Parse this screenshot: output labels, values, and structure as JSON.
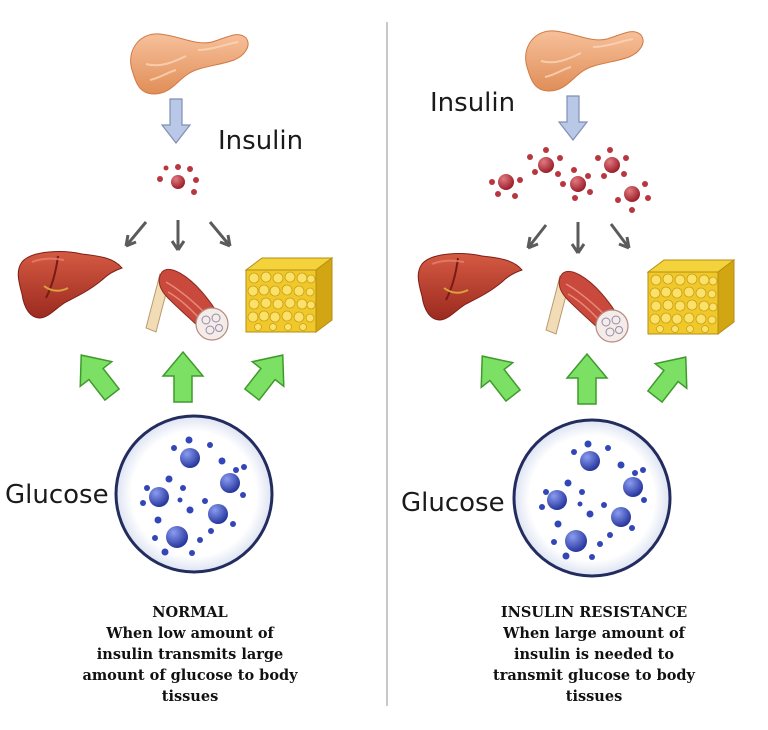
{
  "panels": [
    {
      "id": "normal",
      "insulin_label": "Insulin",
      "glucose_label": "Glucose",
      "caption": [
        "NORMAL",
        "When low amount of",
        "insulin transmits large",
        "amount of glucose to body",
        "tissues"
      ]
    },
    {
      "id": "resistance",
      "insulin_label": "Insulin",
      "glucose_label": "Glucose",
      "caption": [
        "INSULIN RESISTANCE",
        "When large amount of",
        "insulin is needed to",
        "transmit glucose to body",
        "tissues"
      ]
    }
  ],
  "colors": {
    "pancreas": "#f0a574",
    "insulin_down_arrow": "#b9c8e6",
    "insulin_granule": "#b8373f",
    "grey_arrow": "#5b5b5b",
    "glucose_arrow": "#7be064",
    "glucose_molecule": "#3346b8",
    "liver": "#b8362a",
    "fat": "#e9c320",
    "divider": "#b5b5b5"
  },
  "icons": [
    "pancreas-icon",
    "liver-icon",
    "muscle-icon",
    "fat-tissue-icon",
    "glucose-circle-icon"
  ]
}
